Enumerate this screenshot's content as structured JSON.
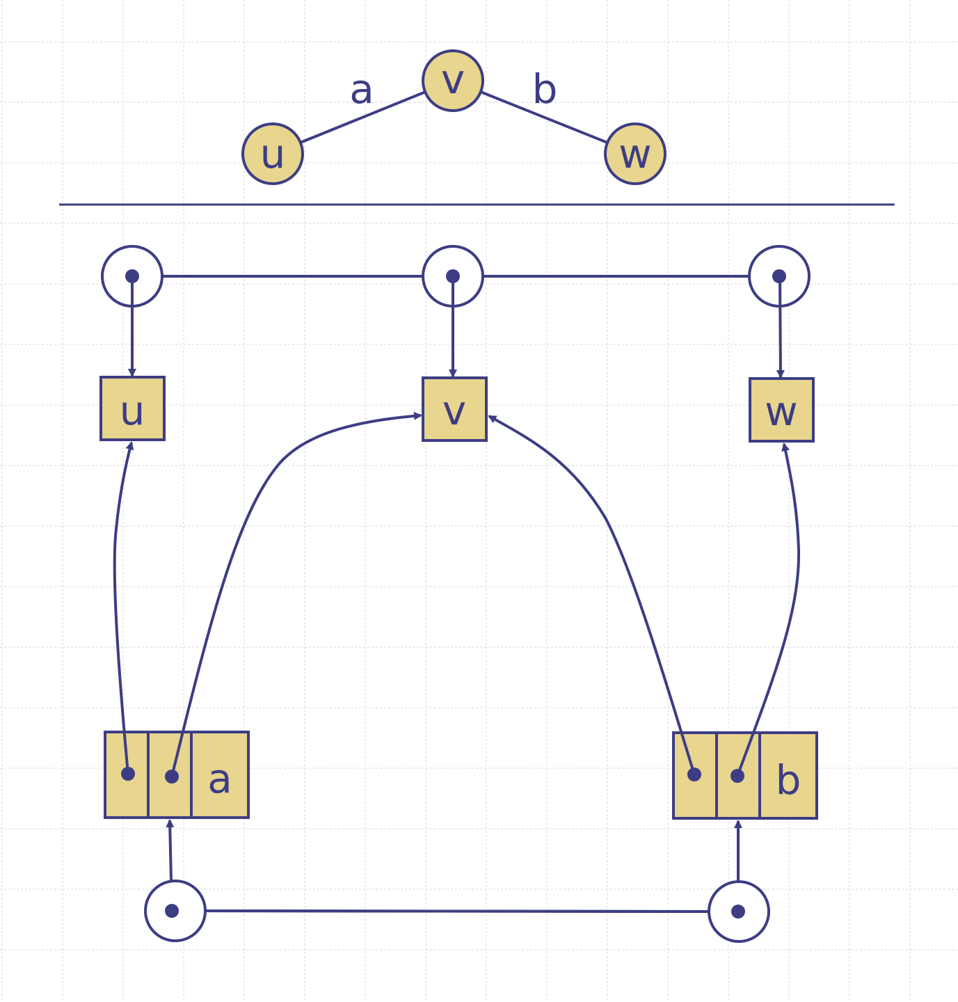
{
  "colors": {
    "stroke": "#3d3d84",
    "node_fill": "#e8d58e",
    "background": "#ffffff",
    "grid": "#d6d6e6"
  },
  "graph": {
    "vertices": [
      {
        "label": "u"
      },
      {
        "label": "v"
      },
      {
        "label": "w"
      }
    ],
    "edges": [
      {
        "label": "a",
        "from": "u",
        "to": "v"
      },
      {
        "label": "b",
        "from": "v",
        "to": "w"
      }
    ]
  },
  "structure": {
    "vertex_boxes": [
      {
        "label": "u"
      },
      {
        "label": "v"
      },
      {
        "label": "w"
      }
    ],
    "edge_records": [
      {
        "label": "a",
        "origin": "u",
        "destination": "v"
      },
      {
        "label": "b",
        "origin": "v",
        "destination": "w"
      }
    ]
  }
}
